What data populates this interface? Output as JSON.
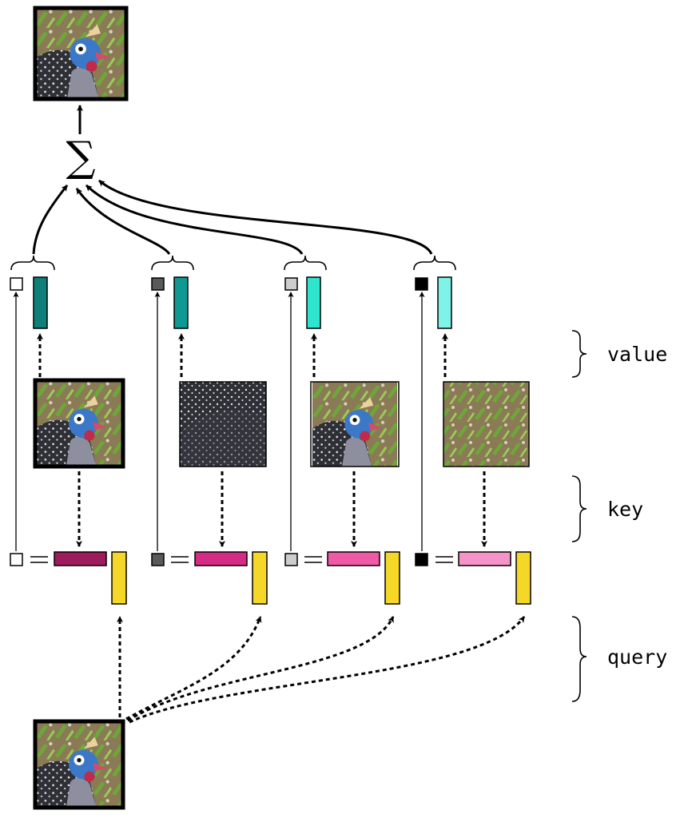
{
  "labels": {
    "value": "value",
    "key": "key",
    "query": "query",
    "sum_symbol": "∑"
  },
  "colors": {
    "value_vectors": [
      "#0f7f79",
      "#0e9a92",
      "#2ee6cf",
      "#80f3e8"
    ],
    "weight_boxes": [
      "#ffffff",
      "#5a5a5a",
      "#cdcdcd",
      "#000000"
    ],
    "key_vectors": [
      "#9e1b5e",
      "#d62b84",
      "#ee5aa6",
      "#f693c8"
    ],
    "query_vector": "#f5d727",
    "image_bird_blue": "#3b78c8",
    "image_foliage": "#6fa63a",
    "image_plumage": "#4b4b52"
  },
  "patches": [
    {
      "content": "bird-head-patch",
      "highlighted": true
    },
    {
      "content": "speckled-feathers-patch",
      "highlighted": false
    },
    {
      "content": "bird-head-patch",
      "highlighted": false
    },
    {
      "content": "foliage-ground-patch",
      "highlighted": false
    }
  ],
  "output_image": {
    "content": "bird-head-patch"
  },
  "query_image": {
    "content": "bird-head-patch"
  }
}
